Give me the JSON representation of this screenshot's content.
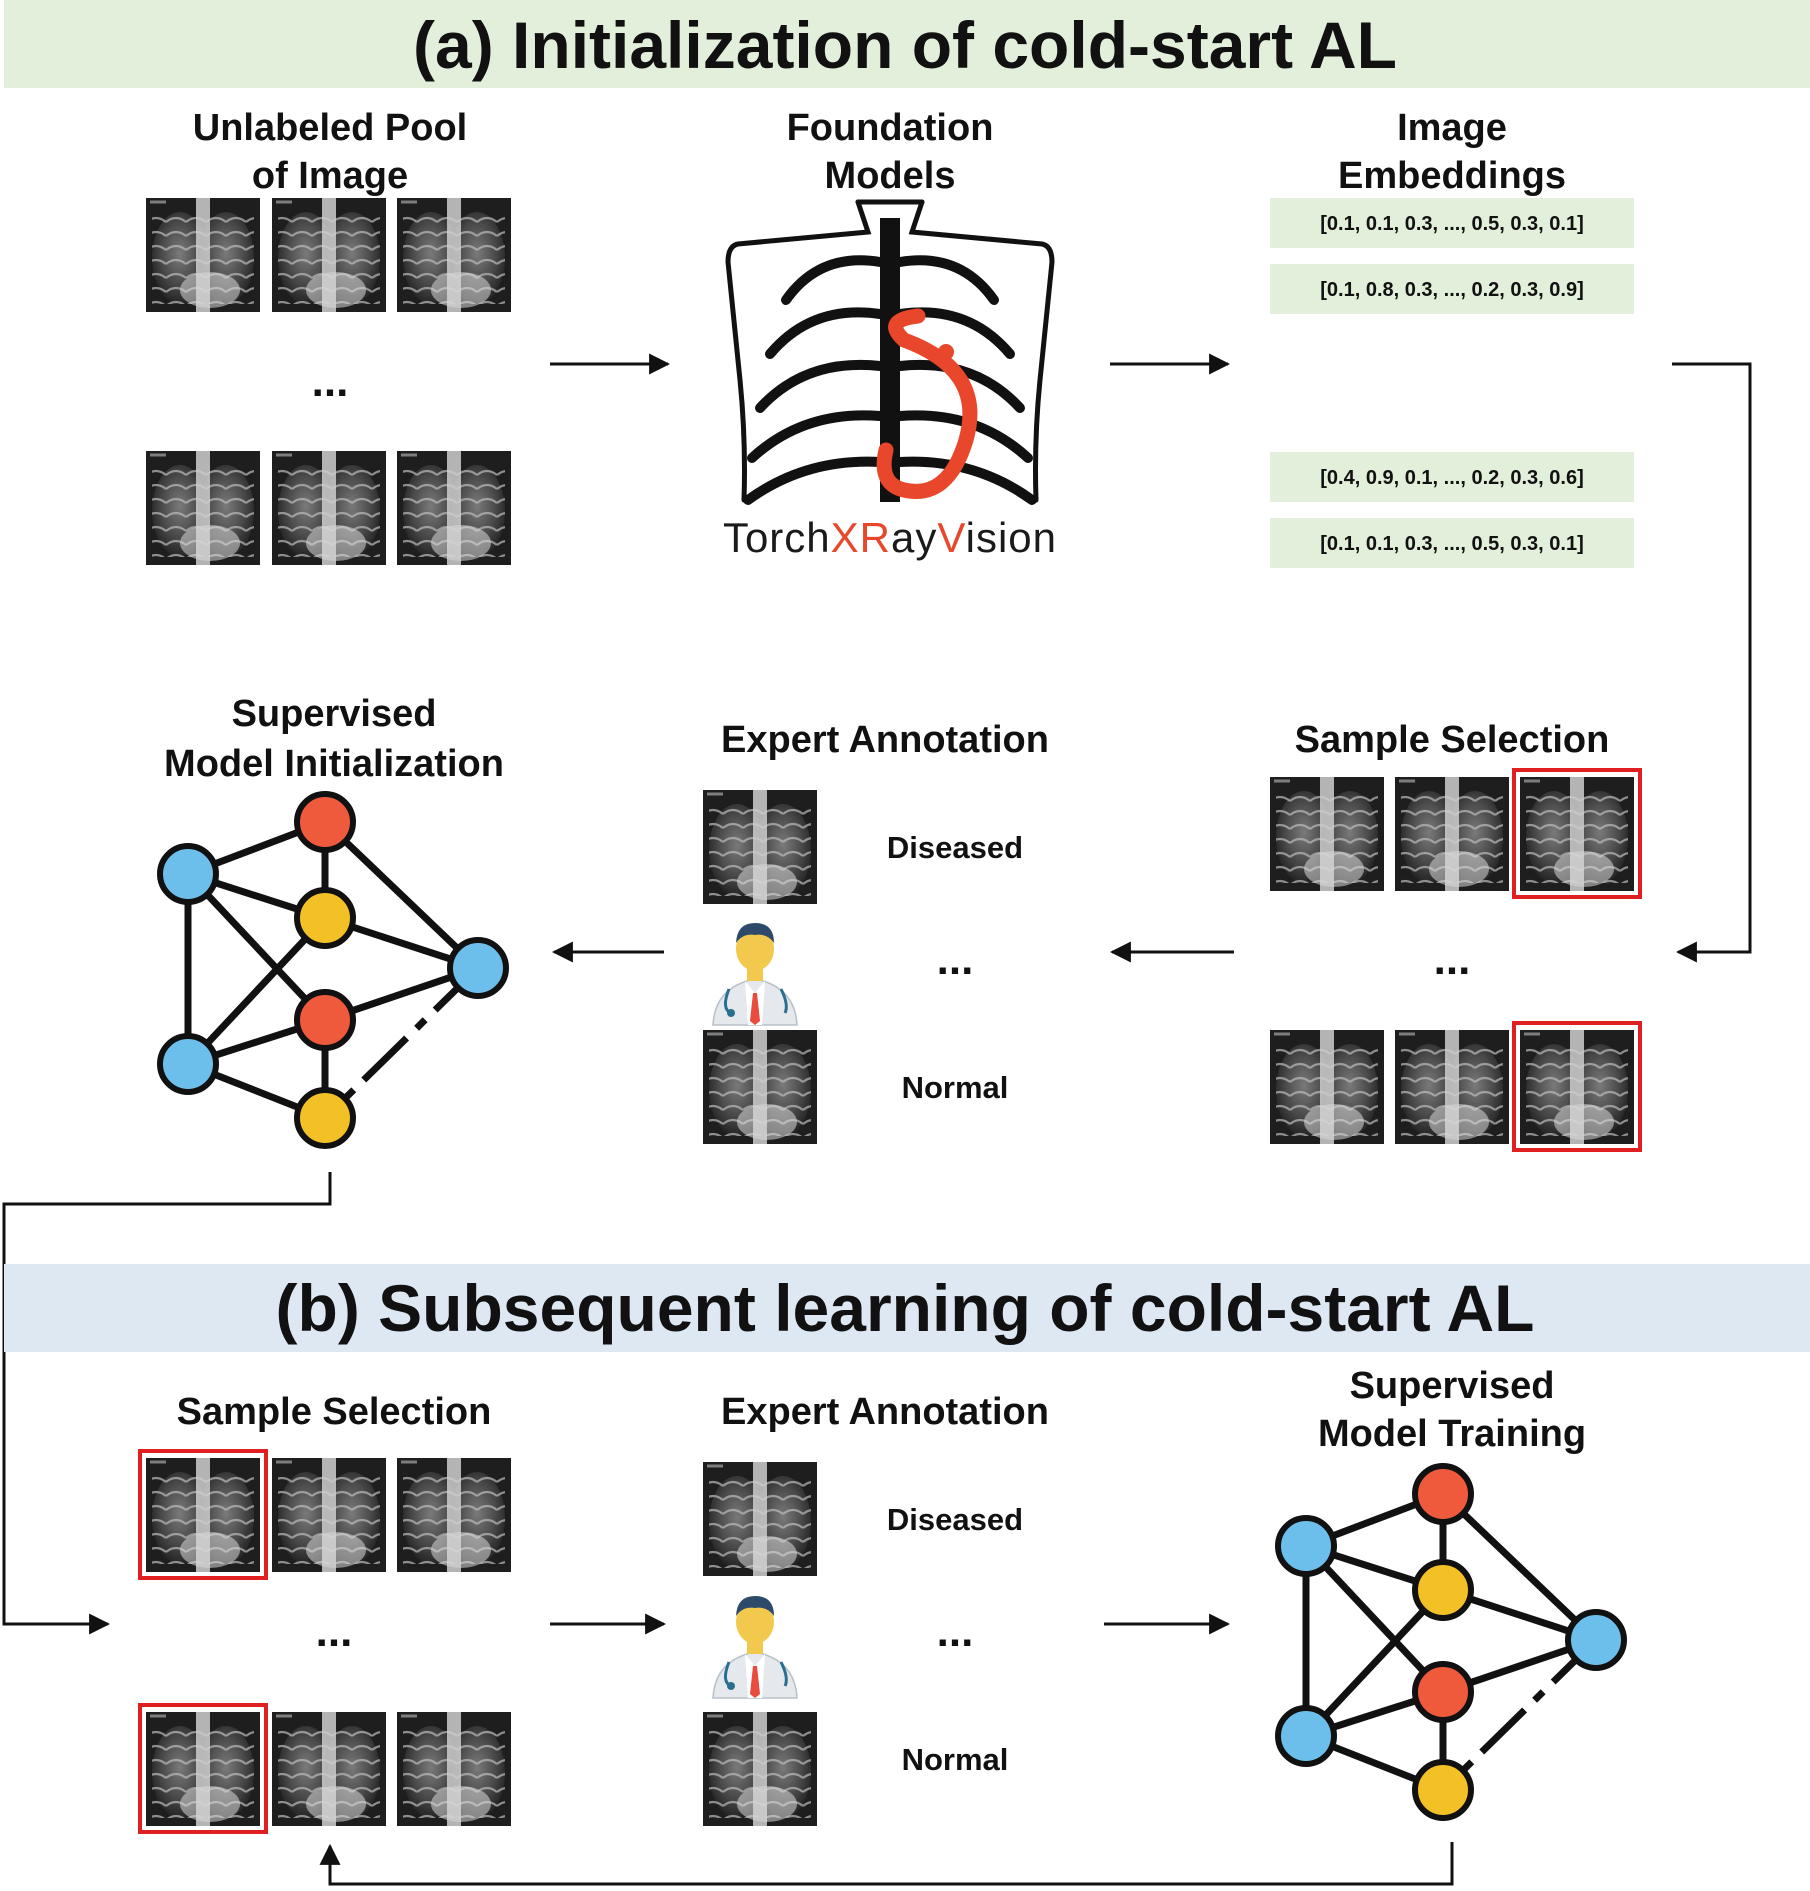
{
  "section_a": {
    "title": "(a) Initialization of cold-start AL",
    "banner_color": "#e2efda",
    "unlabeled_pool": {
      "line1": "Unlabeled Pool",
      "line2": "of Image"
    },
    "foundation_models": {
      "line1": "Foundation",
      "line2": "Models"
    },
    "logo": {
      "part1": "Torch",
      "part2": "X",
      "part3": "R",
      "part4": "ay",
      "part5": "V",
      "part6": "ision"
    },
    "image_embeddings": {
      "line1": "Image",
      "line2": "Embeddings",
      "vectors": [
        "[0.1, 0.1, 0.3, ..., 0.5, 0.3, 0.1]",
        "[0.1, 0.8, 0.3, ..., 0.2, 0.3, 0.9]",
        "[0.4, 0.9, 0.1, ..., 0.2, 0.3, 0.6]",
        "[0.1, 0.1, 0.3, ..., 0.5, 0.3, 0.1]"
      ]
    },
    "sample_selection": "Sample Selection",
    "expert_annotation": "Expert Annotation",
    "annotation_labels": {
      "top": "Diseased",
      "bottom": "Normal"
    },
    "supervised": {
      "line1": "Supervised",
      "line2": "Model Initialization"
    }
  },
  "section_b": {
    "title": "(b) Subsequent learning of cold-start AL",
    "banner_color": "#dde8f3",
    "sample_selection": "Sample Selection",
    "expert_annotation": "Expert Annotation",
    "annotation_labels": {
      "top": "Diseased",
      "bottom": "Normal"
    },
    "supervised": {
      "line1": "Supervised",
      "line2": "Model Training"
    }
  },
  "ellipsis": "...",
  "colors": {
    "red_node": "#ef5a3c",
    "blue_node": "#6cbfea",
    "yellow_node": "#f3c125",
    "selection_box": "#e02020",
    "embedding_bg": "#e2efda",
    "logo_accent": "#e8472b"
  }
}
